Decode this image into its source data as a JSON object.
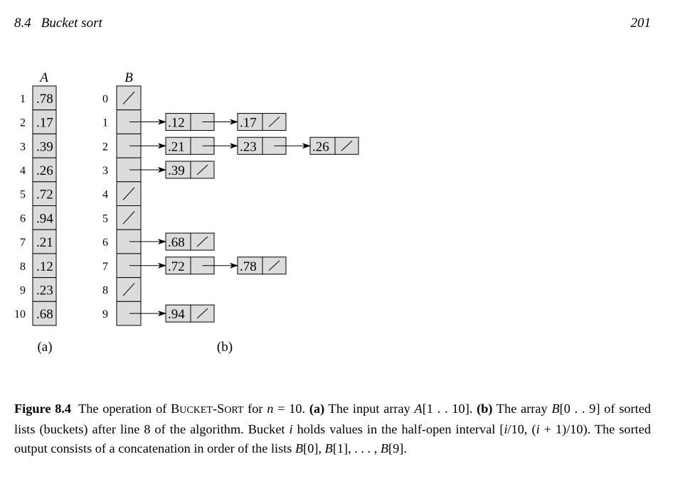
{
  "header": {
    "section_number": "8.4",
    "section_title": "Bucket sort",
    "page_number": "201"
  },
  "figure": {
    "array_a": {
      "name": "A",
      "indices": [
        "1",
        "2",
        "3",
        "4",
        "5",
        "6",
        "7",
        "8",
        "9",
        "10"
      ],
      "values": [
        ".78",
        ".17",
        ".39",
        ".26",
        ".72",
        ".94",
        ".21",
        ".12",
        ".23",
        ".68"
      ]
    },
    "array_b": {
      "name": "B",
      "indices": [
        "0",
        "1",
        "2",
        "3",
        "4",
        "5",
        "6",
        "7",
        "8",
        "9"
      ],
      "buckets": [
        [],
        [
          ".12",
          ".17"
        ],
        [
          ".21",
          ".23",
          ".26"
        ],
        [
          ".39"
        ],
        [],
        [],
        [
          ".68"
        ],
        [
          ".72",
          ".78"
        ],
        [],
        [
          ".94"
        ]
      ]
    },
    "sublabel_a": "(a)",
    "sublabel_b": "(b)"
  },
  "caption": {
    "label": "Figure 8.4",
    "t1": "The operation of ",
    "algo_b": "B",
    "algo_ucket": "UCKET",
    "algo_dash": "-",
    "algo_s": "S",
    "algo_ort": "ORT",
    "t2": " for ",
    "n": "n",
    "t3": " = 10. ",
    "a_label": "(a)",
    "t4": " The input array ",
    "A": "A",
    "t5": "[1 . . 10]. ",
    "b_label": "(b)",
    "t6": " The array ",
    "B1": "B",
    "t7": "[0 . . 9] of sorted lists (buckets) after line 8 of the algorithm. Bucket ",
    "i1": "i",
    "t8": " holds values in the half-open interval [",
    "i2": "i",
    "t9": "/10, (",
    "i3": "i",
    "t10": " + 1)/10). The sorted output consists of a concatenation in order of the lists ",
    "B2": "B",
    "t11": "[0], ",
    "B3": "B",
    "t12": "[1], . . . , ",
    "B4": "B",
    "t13": "[9]."
  }
}
